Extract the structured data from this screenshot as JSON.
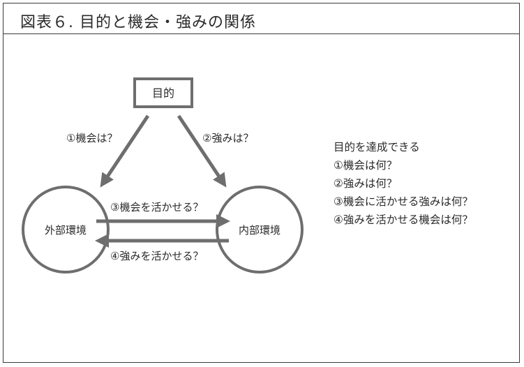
{
  "title": "図表６. 目的と機会・強みの関係",
  "nodes": {
    "goal": "目的",
    "external": "外部環境",
    "internal": "内部環境"
  },
  "edges": {
    "q1": "①機会は？",
    "q2": "②強みは？",
    "q3": "③機会を活かせる？",
    "q4": "④強みを活かせる？"
  },
  "side_list": {
    "heading": "目的を達成できる",
    "items": [
      "①機会は何？",
      "②強みは何？",
      "③機会に活かせる強みは何？",
      "④強みを活かせる機会は何？"
    ]
  }
}
